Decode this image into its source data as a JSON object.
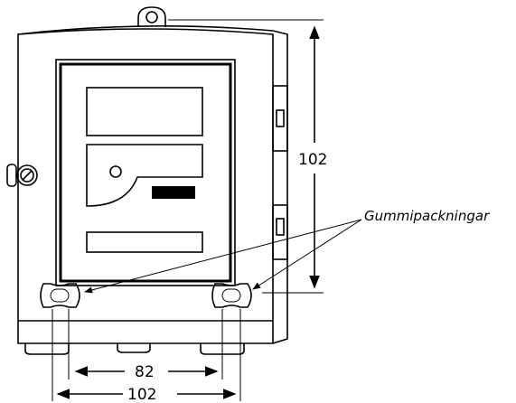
{
  "dimensions": {
    "height_label": "102",
    "inner_width_label": "82",
    "outer_width_label": "102"
  },
  "callout": {
    "label": "Gummipackningar"
  }
}
